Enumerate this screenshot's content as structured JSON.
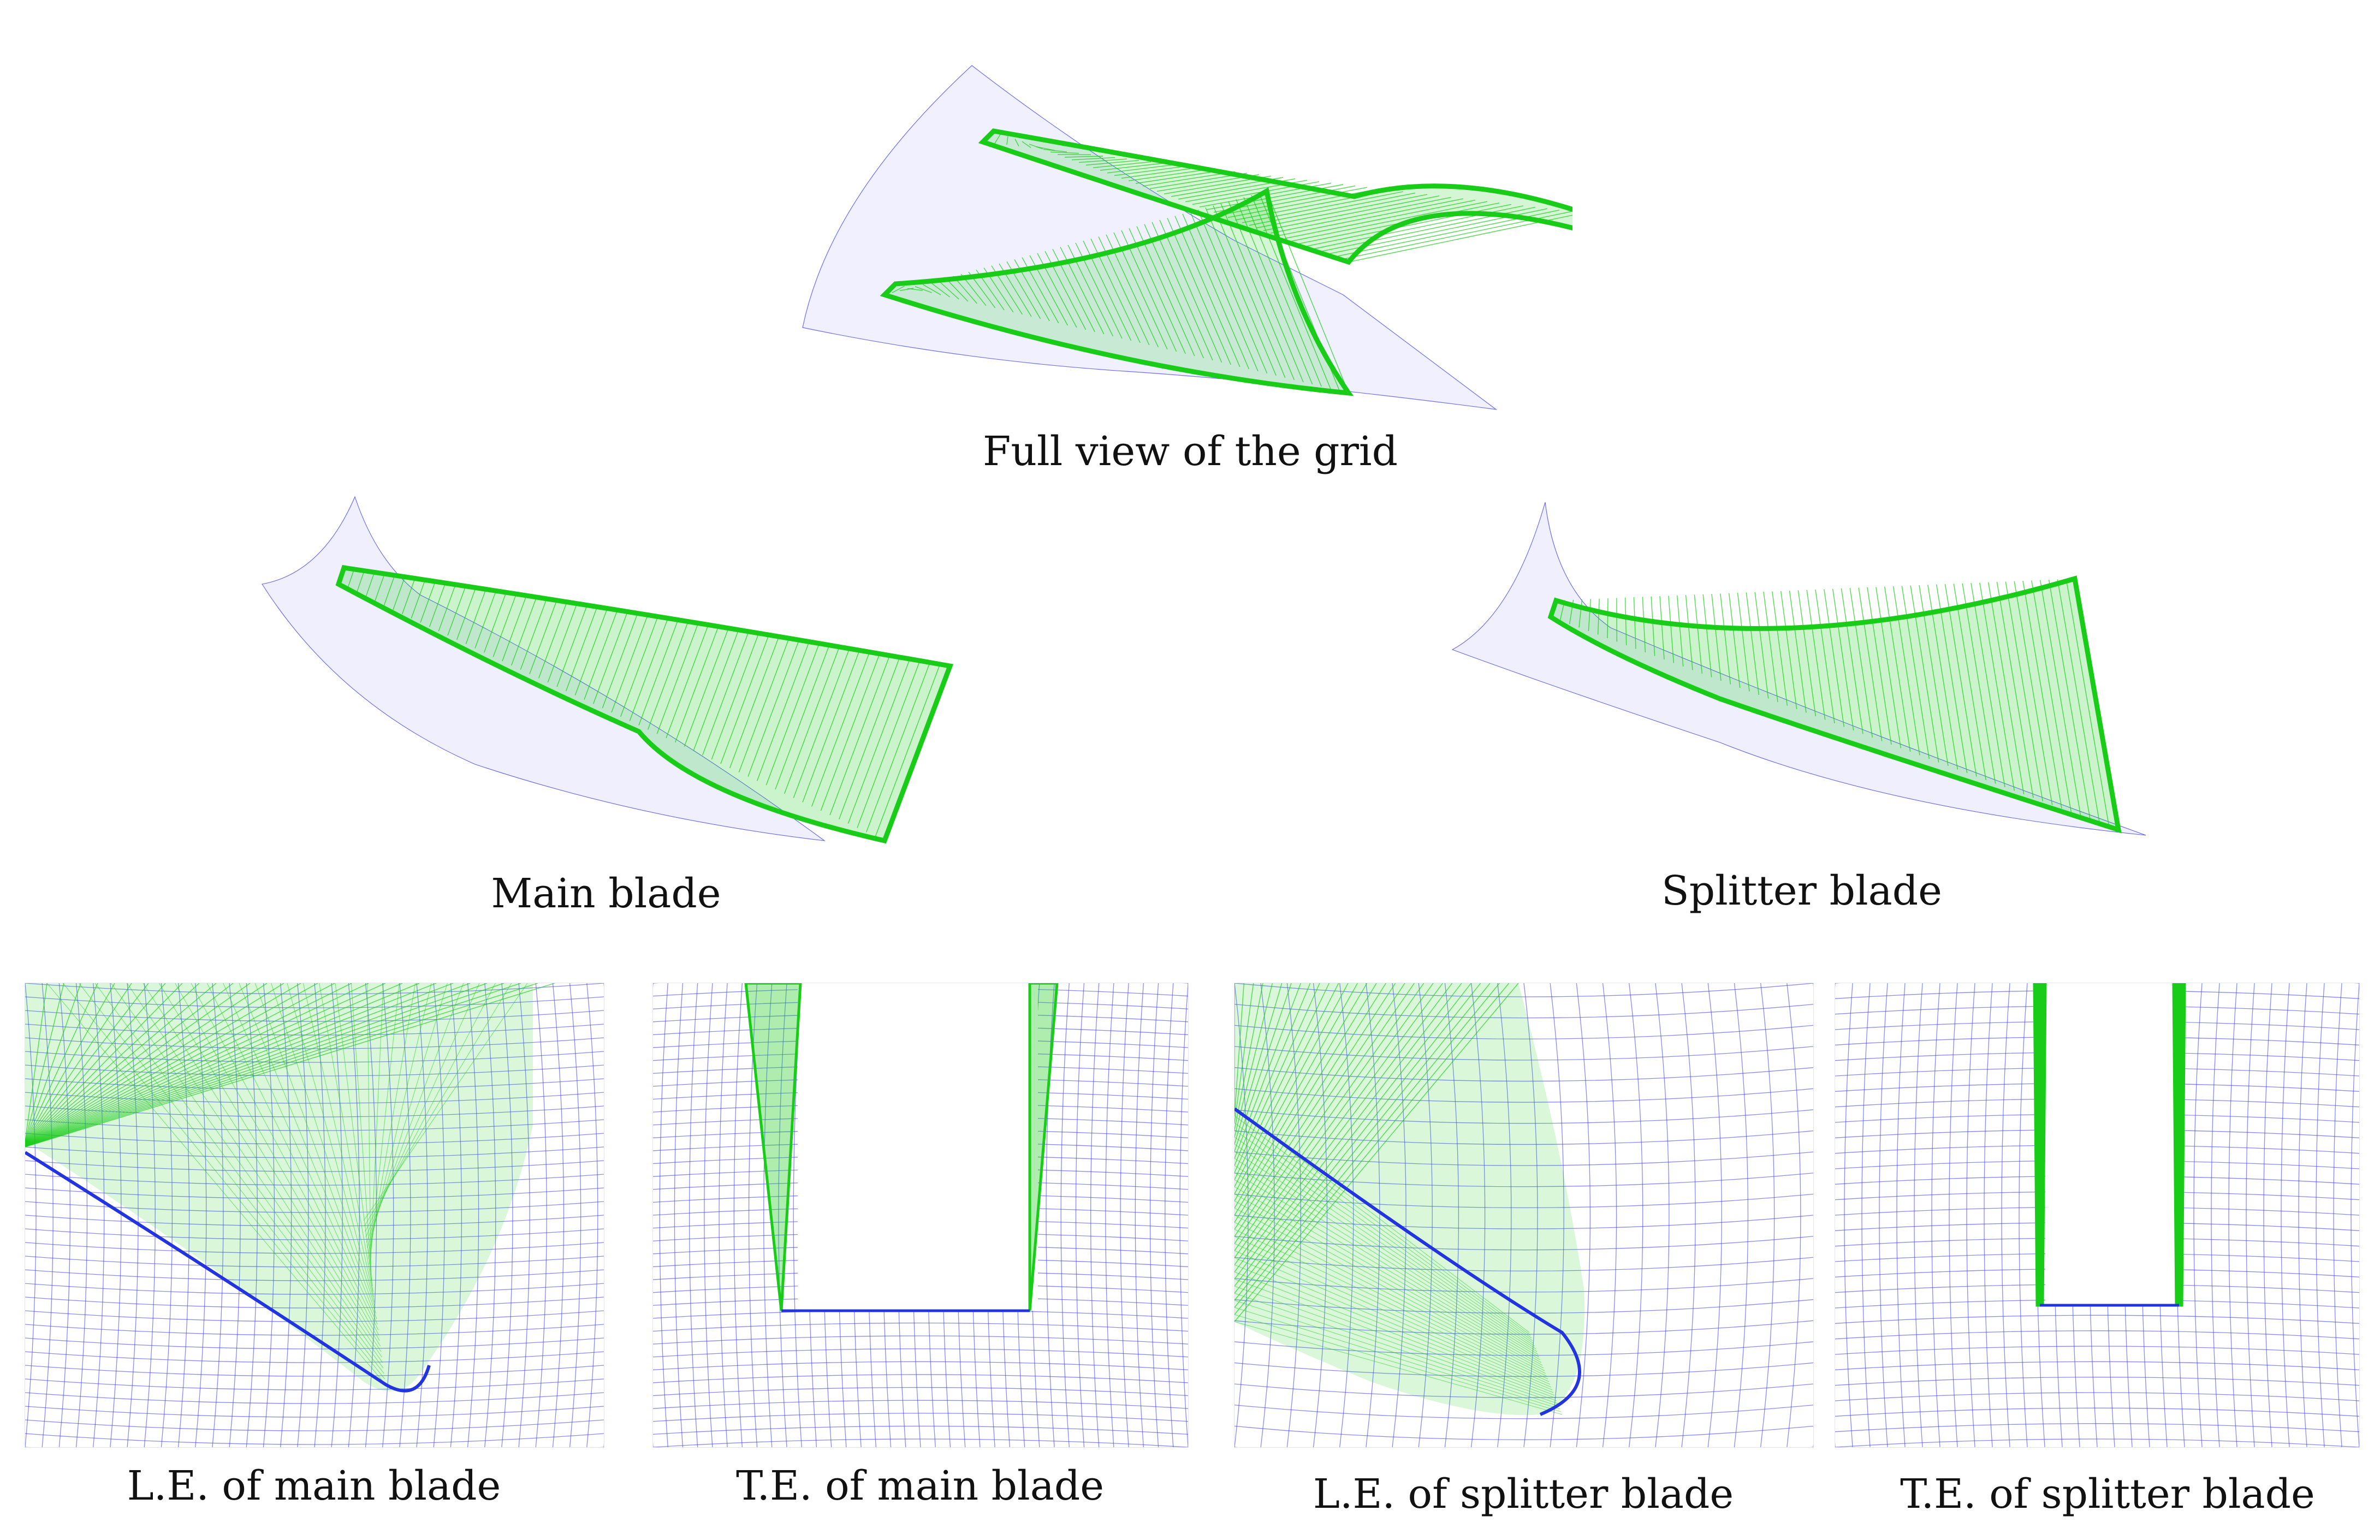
{
  "colors": {
    "mesh_blue": "#3b3bf0",
    "mesh_green": "#18cc18",
    "background": "#ffffff",
    "caption": "#111111"
  },
  "panels": {
    "full": {
      "caption": "Full view of the grid"
    },
    "main": {
      "caption": "Main blade"
    },
    "splitter": {
      "caption": "Splitter blade"
    },
    "le_main": {
      "caption": "L.E. of main blade"
    },
    "te_main": {
      "caption": "T.E. of main blade"
    },
    "le_splitter": {
      "caption": "L.E. of splitter blade"
    },
    "te_splitter": {
      "caption": "T.E. of splitter blade"
    }
  }
}
